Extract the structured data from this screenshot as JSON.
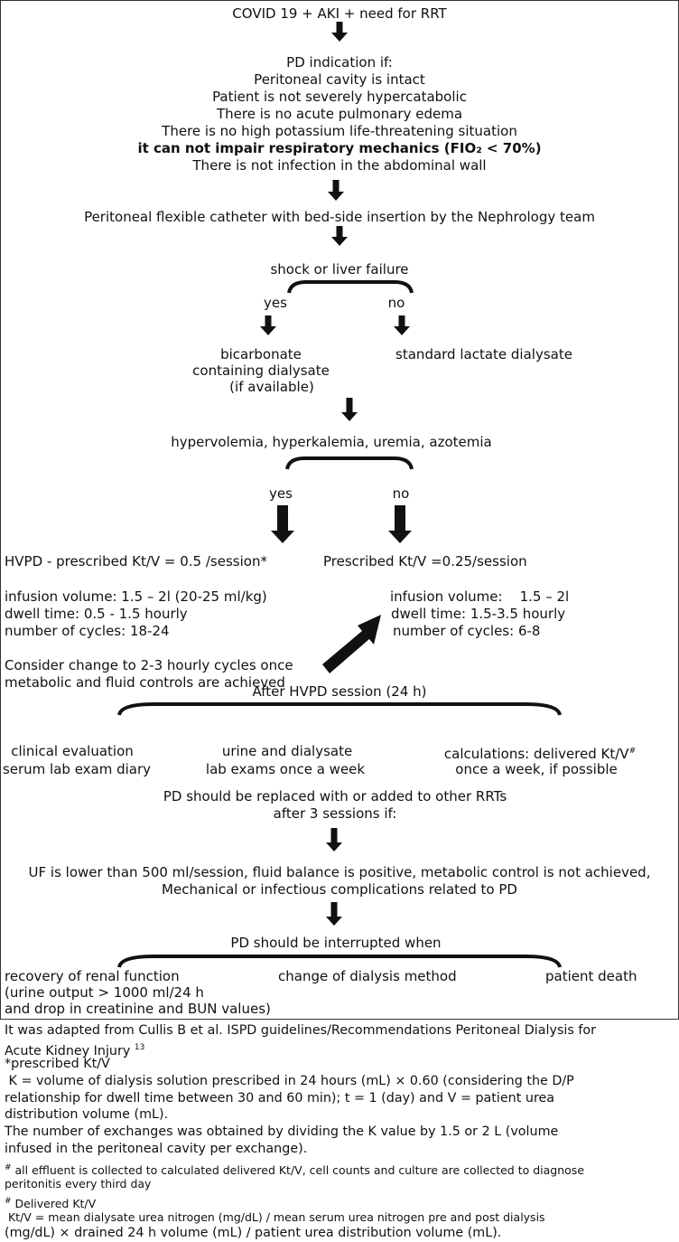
{
  "flowchart": {
    "start": "COVID 19 + AKI  + need for RRT",
    "indication": {
      "title": "PD indication if:",
      "conditions": [
        "Peritoneal cavity is intact",
        "Patient is not severely hypercatabolic",
        "There is no acute pulmonary edema",
        "There is no high potassium life-threatening situation",
        "it can not impair respiratory mechanics (FIO₂ < 70%)",
        "There is not infection in the abdominal wall"
      ]
    },
    "catheter": "Peritoneal flexible catheter with bed-side insertion by the Nephrology team",
    "decision1": {
      "question": "shock or liver failure",
      "yes": "yes",
      "no": "no",
      "yes_result": [
        "bicarbonate",
        "containing dialysate",
        "(if available)"
      ],
      "no_result": "standard lactate dialysate"
    },
    "decision2": {
      "question": "hypervolemia, hyperkalemia, uremia, azotemia",
      "yes": "yes",
      "no": "no"
    },
    "hvpd": {
      "title": "HVPD - prescribed Kt/V = 0.5 /session*",
      "lines": [
        "infusion volume: 1.5 – 2l (20-25 ml/kg)",
        "dwell time:  0.5 - 1.5 hourly",
        "number of cycles: 18-24"
      ],
      "note": [
        "Consider change to 2-3 hourly cycles once",
        "metabolic and fluid controls are achieved"
      ]
    },
    "standard": {
      "title": "Prescribed Kt/V =0.25/session",
      "lines": [
        "infusion volume:    1.5 – 2l",
        "dwell time:  1.5-3.5 hourly",
        "number of cycles: 6-8"
      ]
    },
    "after_session": {
      "title": "After HVPD session (24 h)",
      "items": [
        [
          "clinical evaluation",
          "serum lab exam diary"
        ],
        [
          "urine and dialysate",
          "lab exams once a week"
        ],
        [
          "calculations: delivered Kt/V",
          "once a week, if possible"
        ]
      ],
      "hash": "#"
    },
    "replace": [
      "PD should be replaced with or added to other RRTs",
      "after 3 sessions if:"
    ],
    "criteria": [
      "UF is lower than 500 ml/session, fluid balance is positive, metabolic control is not achieved,",
      "Mechanical or infectious complications related to PD"
    ],
    "interrupt": {
      "title": "PD should be interrupted when",
      "items": [
        "recovery of renal function",
        "change of dialysis method",
        "patient death"
      ],
      "recovery_detail": [
        "(urine output > 1000 ml/24 h",
        "and drop in creatinine and BUN values)"
      ]
    }
  },
  "footnotes": {
    "source": [
      "It was adapted from Cullis B et al. ISPD guidelines/Recommendations Peritoneal Dialysis for",
      "Acute Kidney Injury "
    ],
    "source_ref": "13",
    "prescribed_title": "*prescribed Kt/V",
    "prescribed_lines": [
      " K = volume of dialysis solution prescribed in 24 hours (mL) × 0.60 (considering the D/P",
      "relationship for dwell time between 30 and 60 min); t = 1 (day) and V = patient urea",
      "distribution volume (mL).",
      "The number of exchanges was obtained by dividing the K value by 1.5 or 2 L (volume",
      "infused in the peritoneal cavity per exchange)."
    ],
    "hash": "#",
    "effluent": [
      " all effluent is collected to calculated delivered Kt/V, cell counts and culture are collected to diagnose",
      "peritonitis every third day"
    ],
    "delivered_title": " Delivered Kt/V",
    "delivered_lines": [
      " Kt/V = mean dialysate urea nitrogen (mg/dL) / mean serum urea nitrogen pre and post dialysis",
      "(mg/dL) × drained 24 h volume (mL) / patient urea distribution volume (mL)."
    ]
  }
}
